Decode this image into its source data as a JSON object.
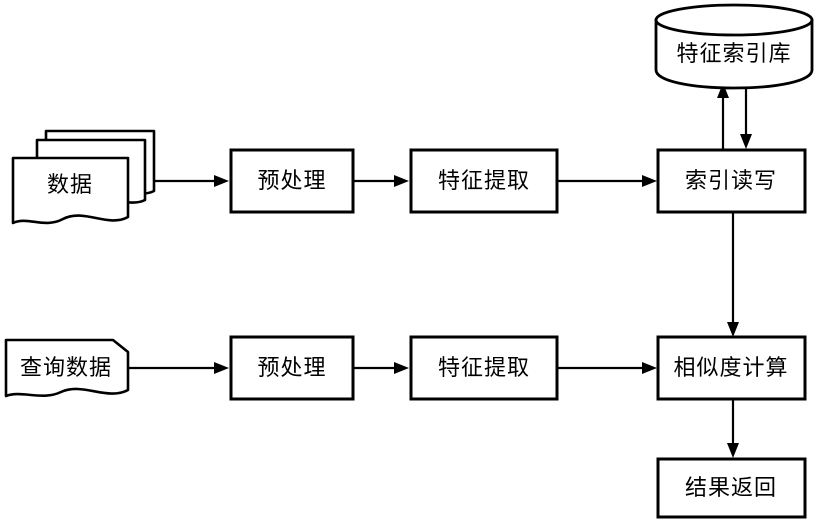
{
  "diagram": {
    "type": "flowchart",
    "title": "",
    "background_color": "#ffffff",
    "line_color": "#000000",
    "fill_color": "#ffffff",
    "nodes": {
      "data_store": {
        "label": "特征索引库",
        "shape": "cylinder"
      },
      "data_input": {
        "label": "数据",
        "shape": "multi-document"
      },
      "preprocess_top": {
        "label": "预处理",
        "shape": "rectangle"
      },
      "feature_extract_top": {
        "label": "特征提取",
        "shape": "rectangle"
      },
      "index_rw": {
        "label": "索引读写",
        "shape": "rectangle"
      },
      "query_input": {
        "label": "查询数据",
        "shape": "document"
      },
      "preprocess_bottom": {
        "label": "预处理",
        "shape": "rectangle"
      },
      "feature_extract_bottom": {
        "label": "特征提取",
        "shape": "rectangle"
      },
      "similarity_calc": {
        "label": "相似度计算",
        "shape": "rectangle"
      },
      "result_return": {
        "label": "结果返回",
        "shape": "rectangle"
      }
    },
    "edges": [
      {
        "from": "data_input",
        "to": "preprocess_top",
        "direction": "right"
      },
      {
        "from": "preprocess_top",
        "to": "feature_extract_top",
        "direction": "right"
      },
      {
        "from": "feature_extract_top",
        "to": "index_rw",
        "direction": "right"
      },
      {
        "from": "index_rw",
        "to": "data_store",
        "direction": "up"
      },
      {
        "from": "data_store",
        "to": "index_rw",
        "direction": "down"
      },
      {
        "from": "index_rw",
        "to": "similarity_calc",
        "direction": "down"
      },
      {
        "from": "query_input",
        "to": "preprocess_bottom",
        "direction": "right"
      },
      {
        "from": "preprocess_bottom",
        "to": "feature_extract_bottom",
        "direction": "right"
      },
      {
        "from": "feature_extract_bottom",
        "to": "similarity_calc",
        "direction": "right"
      },
      {
        "from": "similarity_calc",
        "to": "result_return",
        "direction": "down"
      }
    ]
  }
}
